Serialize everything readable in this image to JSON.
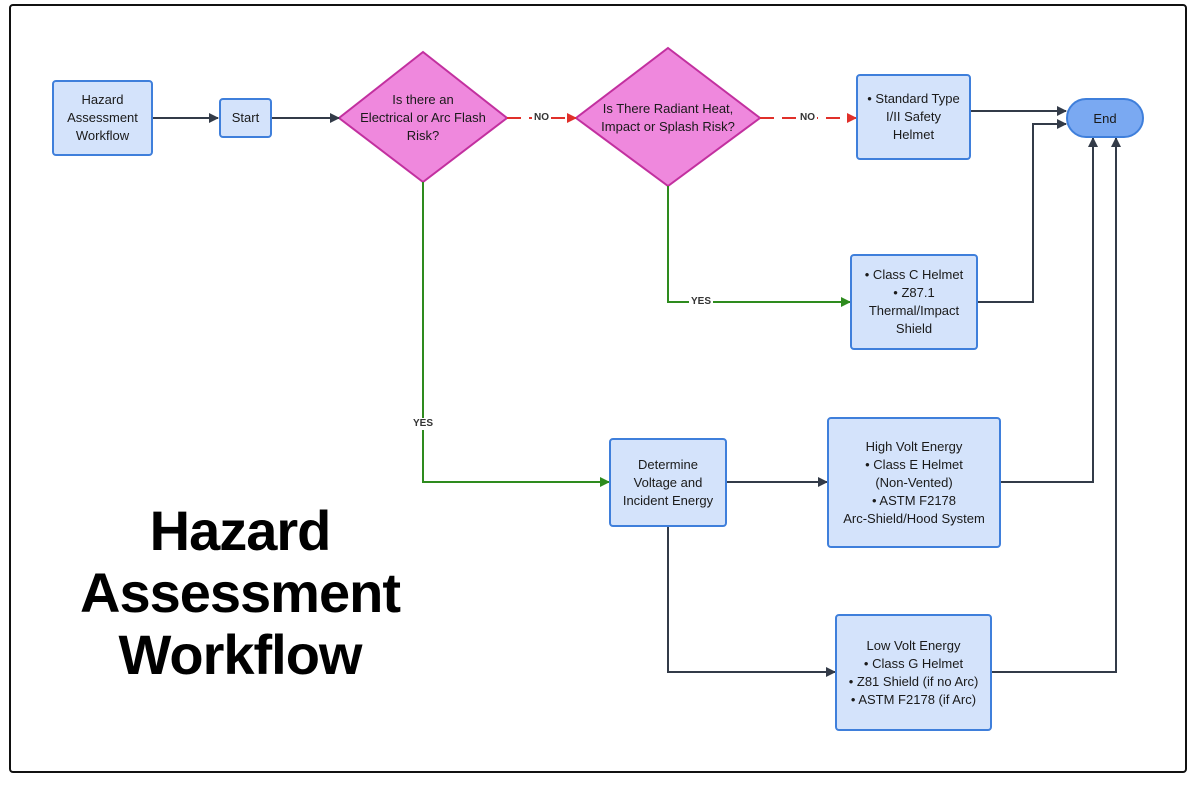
{
  "title_block": {
    "lines": [
      "Hazard",
      "Assessment",
      "Workflow"
    ]
  },
  "nodes": {
    "workflow": {
      "lines": [
        "Hazard",
        "Assessment",
        "Workflow"
      ]
    },
    "start": {
      "label": "Start"
    },
    "decision_electrical": {
      "lines": [
        "Is there an",
        "Electrical or Arc Flash",
        "Risk?"
      ]
    },
    "decision_radiant": {
      "lines": [
        "Is There Radiant Heat,",
        "Impact or Splash Risk?"
      ]
    },
    "standard_helmet": {
      "lines": [
        "• Standard Type",
        "I/II Safety",
        "Helmet"
      ]
    },
    "class_c": {
      "lines": [
        "• Class C Helmet",
        "• Z87.1",
        "Thermal/Impact",
        "Shield"
      ]
    },
    "determine": {
      "lines": [
        "Determine",
        "Voltage and",
        "Incident Energy"
      ]
    },
    "high_volt": {
      "lines": [
        "High Volt Energy",
        "• Class E Helmet",
        "(Non-Vented)",
        "• ASTM F2178",
        "Arc-Shield/Hood System"
      ]
    },
    "low_volt": {
      "lines": [
        "Low Volt Energy",
        "• Class G Helmet",
        "• Z81 Shield (if no Arc)",
        "• ASTM F2178 (if Arc)"
      ]
    },
    "end": {
      "label": "End"
    }
  },
  "edge_labels": {
    "no_1": "NO",
    "no_2": "NO",
    "yes_radiant": "YES",
    "yes_electrical": "YES"
  },
  "colors": {
    "process_fill": "#d4e3fb",
    "process_border": "#3f7fdb",
    "decision_fill": "#ef88dd",
    "decision_border": "#c2309f",
    "terminal_fill": "#7aa9f2",
    "no_edge": "#e0302a",
    "yes_edge": "#2e8b1e",
    "default_edge": "#333b48"
  }
}
